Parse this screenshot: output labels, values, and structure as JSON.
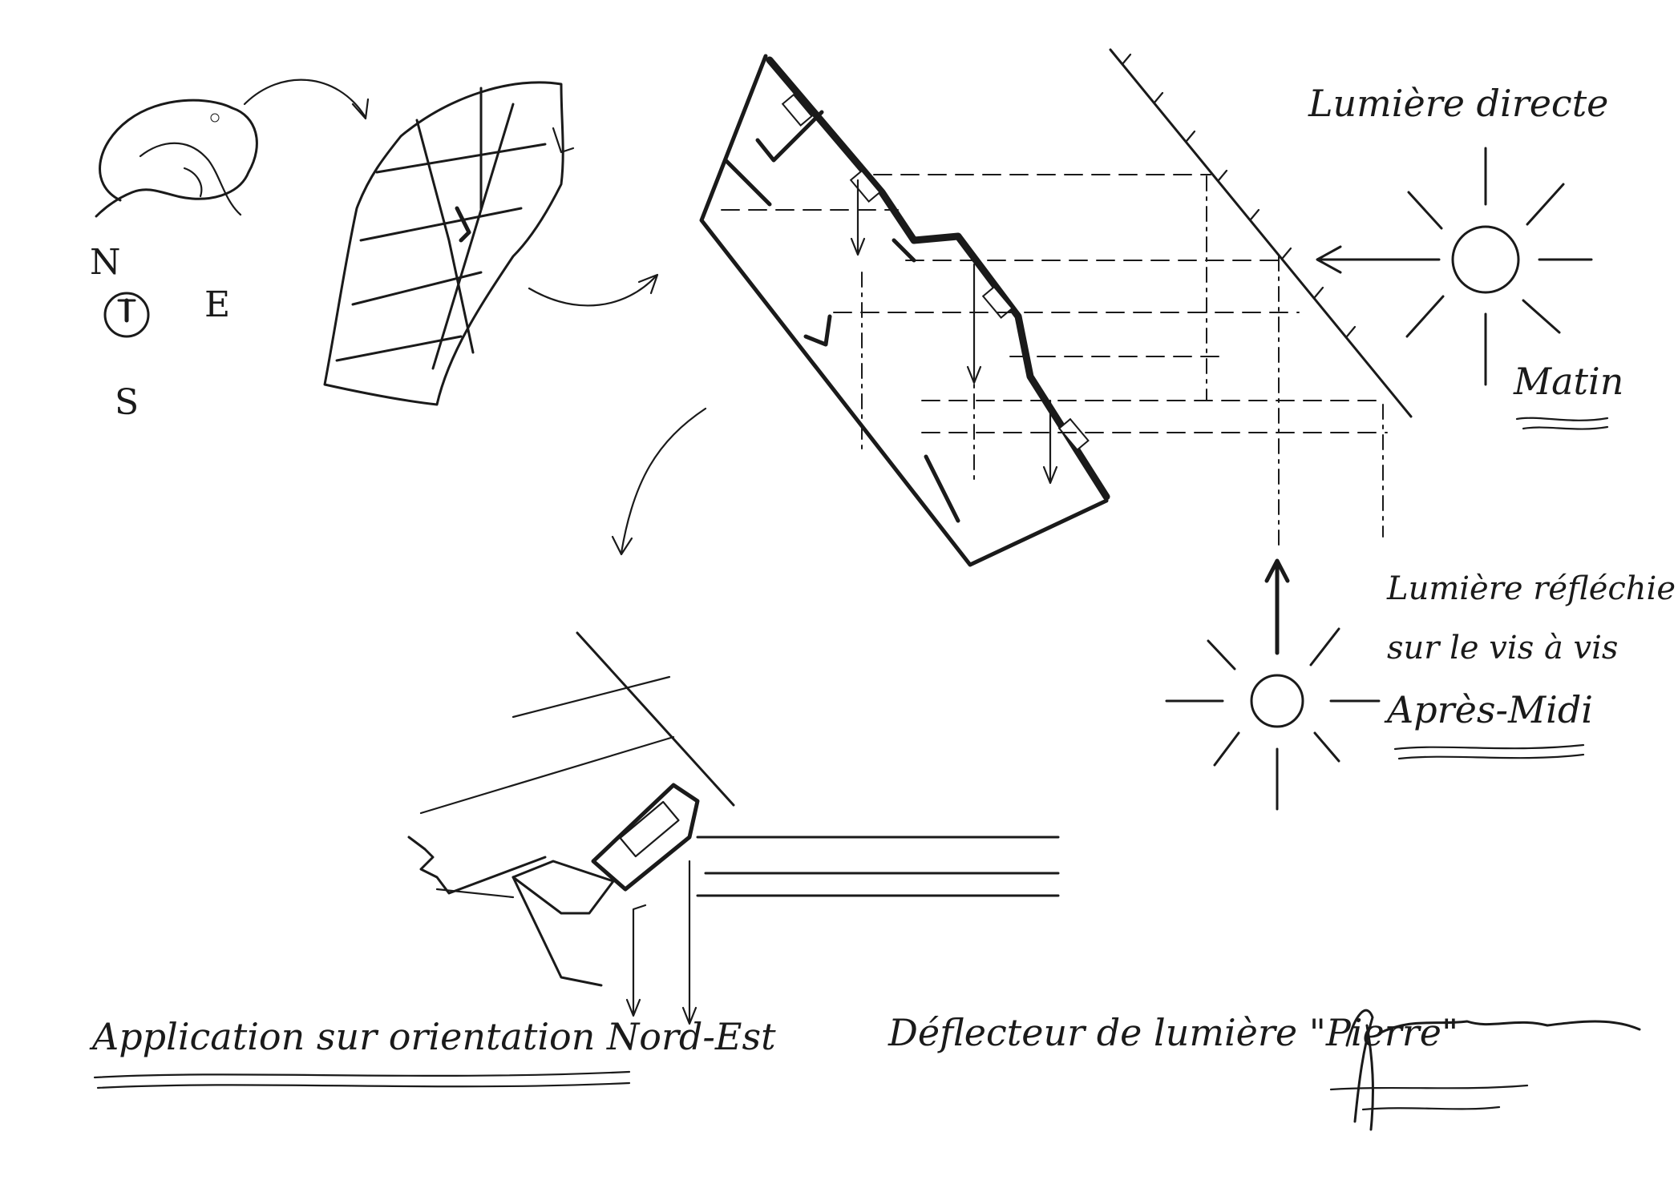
{
  "compass": {
    "north": "N",
    "east": "E",
    "south": "S"
  },
  "labels": {
    "direct_light": "Lumière directe",
    "morning": "Matin",
    "reflected_light_line1": "Lumière réfléchie",
    "reflected_light_line2": "sur le vis à vis",
    "afternoon": "Après-Midi",
    "application": "Application sur orientation Nord-Est",
    "title": "Déflecteur de lumière \"Pierre\""
  },
  "colors": {
    "ink": "#1a1a1a",
    "paper": "#ffffff"
  },
  "icons": [
    "sun-icon",
    "compass-icon",
    "arrow-icon",
    "signature"
  ]
}
